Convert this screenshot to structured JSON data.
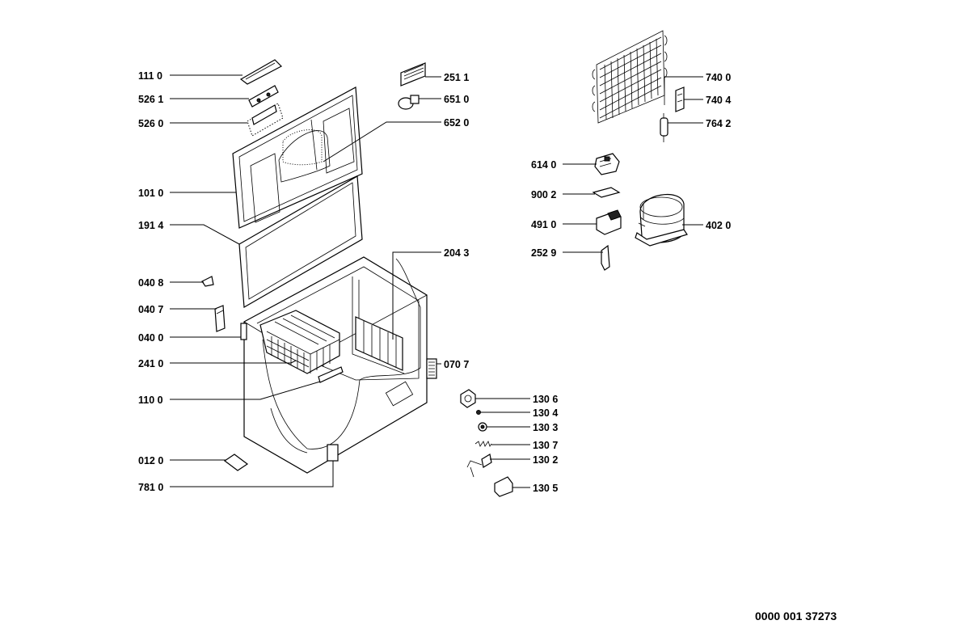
{
  "callouts": [
    {
      "id": "c1110",
      "label": "111 0"
    },
    {
      "id": "c5261",
      "label": "526 1"
    },
    {
      "id": "c5260",
      "label": "526 0"
    },
    {
      "id": "c1010",
      "label": "101 0"
    },
    {
      "id": "c1914",
      "label": "191 4"
    },
    {
      "id": "c0408",
      "label": "040 8"
    },
    {
      "id": "c0407",
      "label": "040 7"
    },
    {
      "id": "c0400",
      "label": "040 0"
    },
    {
      "id": "c2410",
      "label": "241 0"
    },
    {
      "id": "c1100",
      "label": "110 0"
    },
    {
      "id": "c0120",
      "label": "012 0"
    },
    {
      "id": "c7810",
      "label": "781 0"
    },
    {
      "id": "c2511",
      "label": "251 1"
    },
    {
      "id": "c6510",
      "label": "651 0"
    },
    {
      "id": "c6520",
      "label": "652 0"
    },
    {
      "id": "c2043",
      "label": "204 3"
    },
    {
      "id": "c0707",
      "label": "070 7"
    },
    {
      "id": "c1306",
      "label": "130 6"
    },
    {
      "id": "c1304",
      "label": "130 4"
    },
    {
      "id": "c1303",
      "label": "130 3"
    },
    {
      "id": "c1307",
      "label": "130 7"
    },
    {
      "id": "c1302",
      "label": "130 2"
    },
    {
      "id": "c1305",
      "label": "130 5"
    },
    {
      "id": "c7400",
      "label": "740 0"
    },
    {
      "id": "c7404",
      "label": "740 4"
    },
    {
      "id": "c7642",
      "label": "764 2"
    },
    {
      "id": "c6140",
      "label": "614 0"
    },
    {
      "id": "c9002",
      "label": "900 2"
    },
    {
      "id": "c4910",
      "label": "491 0"
    },
    {
      "id": "c4020",
      "label": "402 0"
    },
    {
      "id": "c2529",
      "label": "252 9"
    }
  ],
  "document_id": "0000 001 37273"
}
